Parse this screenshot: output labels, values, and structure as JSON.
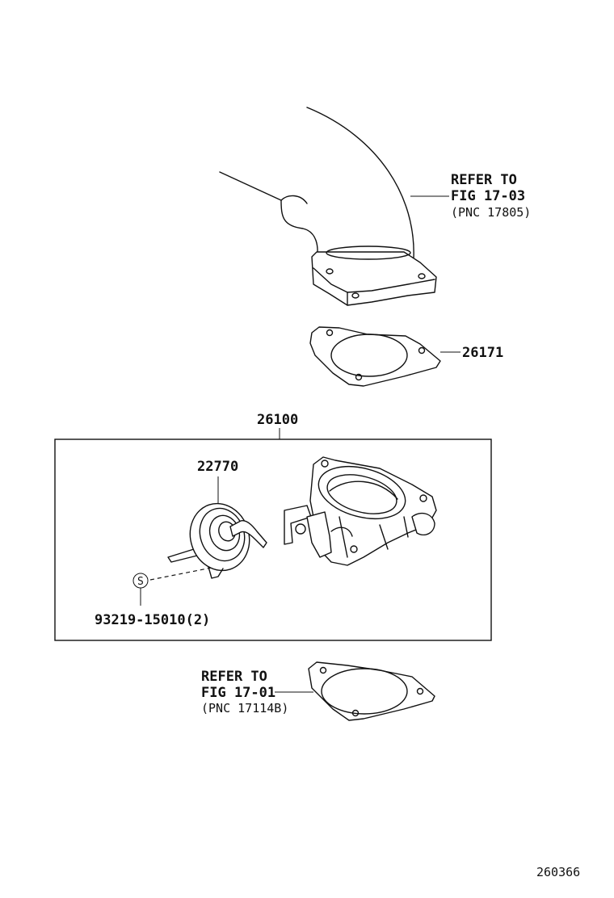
{
  "callouts": {
    "intake_refer": {
      "line1": "REFER TO",
      "line2": "FIG 17-03",
      "line3": "(PNC 17805)"
    },
    "gasket_part": "26171",
    "assembly_part": "26100",
    "dashpot_part": "22770",
    "screw_symbol": "S",
    "screw_part": "93219-15010(2)",
    "lower_refer": {
      "line1": "REFER TO",
      "line2": "FIG 17-01",
      "line3": "(PNC 17114B)"
    },
    "figure_id": "260366"
  }
}
